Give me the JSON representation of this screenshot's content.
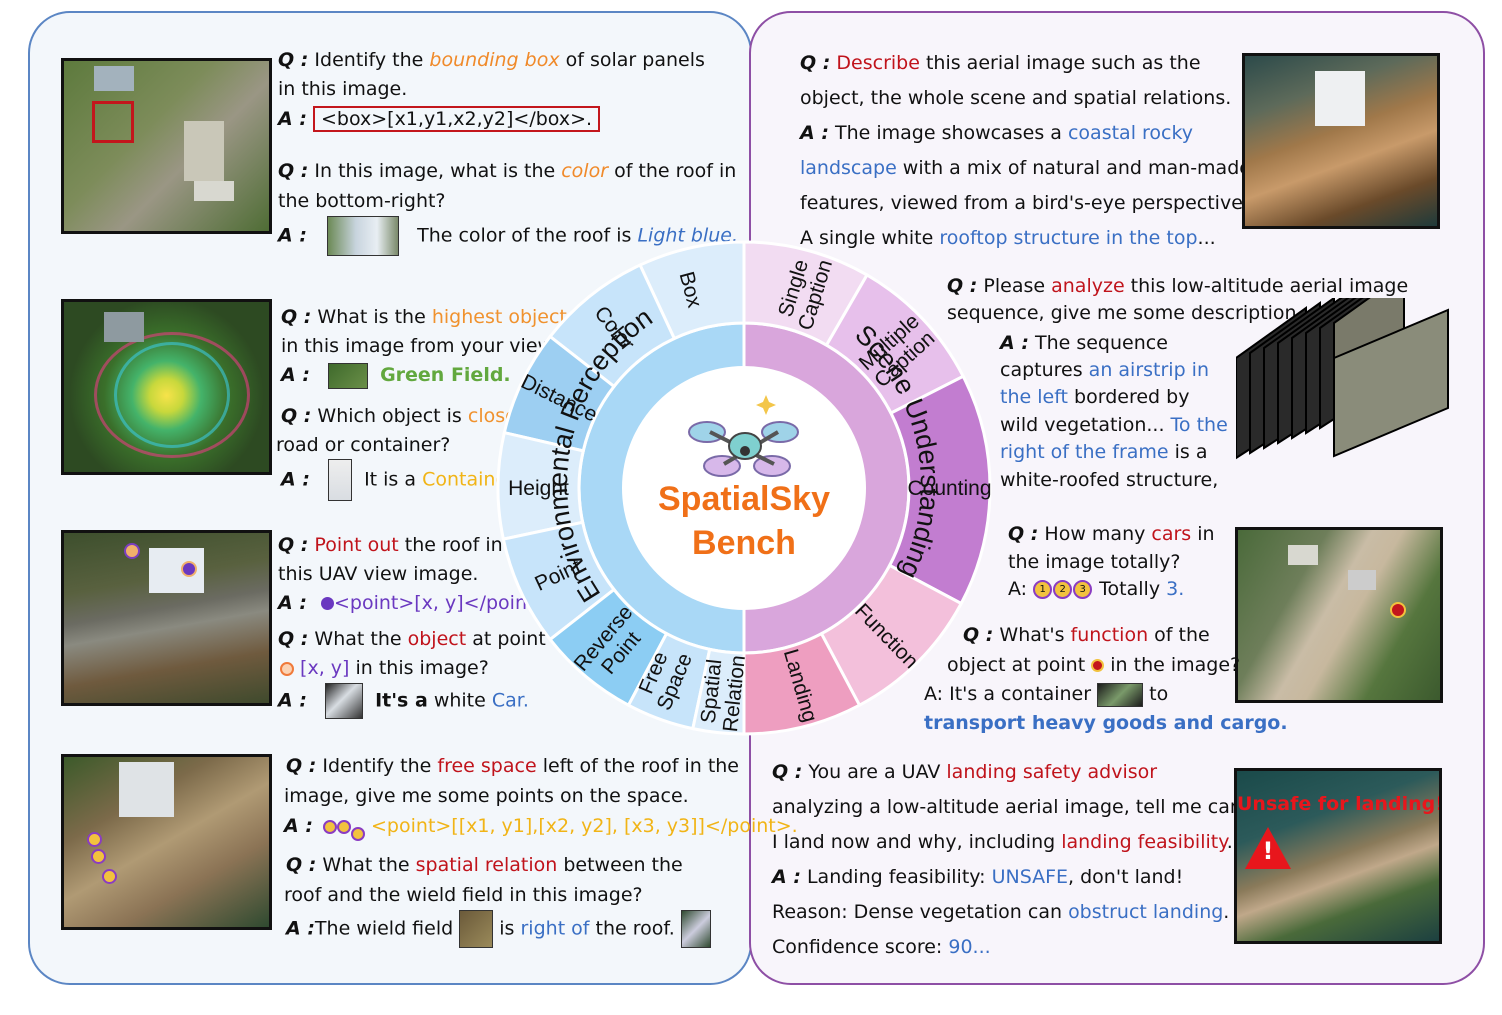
{
  "center": {
    "title_line1": "SpatialSky",
    "title_line2": "Bench"
  },
  "categories": {
    "left_main": "Environmental Perception",
    "right_main": "Scene Understanding",
    "left_items": [
      "Box",
      "Color",
      "Distance",
      "Height",
      "Point",
      "Reverse Point",
      "Free Space",
      "Spatial Relation"
    ],
    "right_items": [
      "Single Caption",
      "Multiple Caption",
      "Counting",
      "Function",
      "Landing"
    ]
  },
  "labels": {
    "q": "Q :",
    "a": "A :",
    "a_plain": "A:"
  },
  "left": {
    "box": {
      "q_pre": "Identify the ",
      "q_hl": "bounding box",
      "q_post": " of solar panels",
      "q_line2": "in this image.",
      "answer": "<box>[x1,y1,x2,y2]</box>."
    },
    "color": {
      "q_pre": "In this image, what is the ",
      "q_hl": "color",
      "q_post": " of the roof in",
      "q_line2": "the bottom-right?",
      "a_pre": "The color of the roof is ",
      "a_hl": "Light blue."
    },
    "height": {
      "q_pre": "What is the ",
      "q_hl": "highest object",
      "q_line2": "in this image from your view?",
      "a_hl": "Green Field."
    },
    "distance": {
      "q_pre": "Which object is ",
      "q_hl": "closer",
      "q_post": ",",
      "q_line2": "road or container?",
      "a_pre": "It is a ",
      "a_hl": "Container."
    },
    "point": {
      "q_hl": "Point out",
      "q_post": " the roof in",
      "q_line2": "this UAV view image.",
      "answer": "<point>[x, y]</point>"
    },
    "reverse": {
      "q_pre": "What the ",
      "q_hl": "object",
      "q_post": " at point",
      "q_line2_hl": "[x, y]",
      "q_line2_post": " in this image?",
      "a_hl": "It's a",
      "a_mid": " white ",
      "a_end": "Car."
    },
    "free": {
      "q_pre": "Identify the ",
      "q_hl": "free space",
      "q_post": " left of the roof in the",
      "q_line2": "image, give me some points on the space.",
      "answer": "<point>[[x1, y1],[x2, y2], [x3, y3]]</point>."
    },
    "spatial": {
      "q_pre": "What the ",
      "q_hl": "spatial relation",
      "q_post": " between the",
      "q_line2": "roof and the wield field in this image?",
      "a_pre": "The wield field ",
      "a_mid": " is ",
      "a_hl": "right of",
      "a_post": " the roof."
    }
  },
  "right": {
    "single": {
      "q_hl": "Describe",
      "q_post": " this aerial image such as the",
      "q_line2": "object, the whole scene and spatial relations.",
      "a_pre": "The image showcases a ",
      "a_hl1": "coastal rocky",
      "a_line2_hl": "landscape",
      "a_line2_post": " with a mix of natural and man-made",
      "a_line3": "features, viewed from a bird's-eye perspective.",
      "a_line4_pre": "A single white ",
      "a_line4_hl": "rooftop structure in the top",
      "a_line4_post": "..."
    },
    "multiple": {
      "q_pre": "Please ",
      "q_hl": "analyze",
      "q_post": " this low-altitude aerial image",
      "q_line2": "sequence, give me some description.",
      "a_line1": "The sequence",
      "a_line2_pre": "captures ",
      "a_line2_hl": "an airstrip in",
      "a_line3_hl": "the left",
      "a_line3_post": " bordered by",
      "a_line4_pre": "wild vegetation... ",
      "a_line4_hl": "To the",
      "a_line5_hl": "right of the frame",
      "a_line5_post": " is a",
      "a_line6": "white-roofed structure,"
    },
    "counting": {
      "q_pre": "How many ",
      "q_hl": "cars",
      "q_post": " in",
      "q_line2": "the image totally?",
      "a_pre": " Totally ",
      "a_hl": "3.",
      "nums": [
        "1",
        "2",
        "3"
      ]
    },
    "function": {
      "q_pre": "What's ",
      "q_hl": "function",
      "q_post": " of the",
      "q_line2_pre": "object at point ",
      "q_line2_post": " in the image?",
      "a_pre": "A: It's a container ",
      "a_post": " to",
      "a_line2": "transport heavy goods and cargo."
    },
    "landing": {
      "q_pre": "You are a UAV ",
      "q_hl": "landing safety advisor",
      "q_line2": "analyzing a low-altitude aerial image, tell me can",
      "q_line3_pre": "I land now and why, including ",
      "q_line3_hl": "landing feasibility",
      "q_line3_post": "...",
      "a_pre": "Landing feasibility: ",
      "a_hl": "UNSAFE",
      "a_post": ", don't land!",
      "reason_pre": "Reason: Dense vegetation can ",
      "reason_hl": "obstruct landing",
      "reason_post": ".",
      "conf_pre": "Confidence score: ",
      "conf_hl": "90...",
      "overlay": "Unsafe for landing!!!",
      "warn": "!"
    }
  },
  "colors": {
    "wheel_left_outer": "#c6e2f8",
    "wheel_left_inner": "#a9d8f6",
    "wheel_right_outer": "#ecc9ec",
    "wheel_right_inner": "#d9a6dc",
    "center_text": "#f07018"
  }
}
